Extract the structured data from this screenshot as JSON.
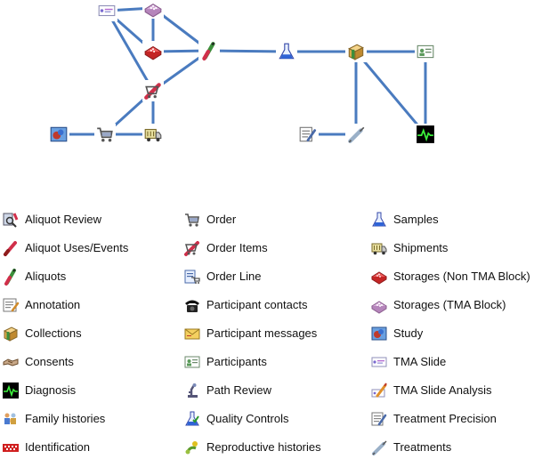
{
  "diagram": {
    "edge_color": "#4a7bbf",
    "nodes": [
      {
        "id": "tma-slide",
        "icon": "tma-slide-icon"
      },
      {
        "id": "storages-tma",
        "icon": "storages-tma-icon"
      },
      {
        "id": "storages-non-tma",
        "icon": "storages-non-tma-icon"
      },
      {
        "id": "aliquots",
        "icon": "aliquots-icon"
      },
      {
        "id": "samples",
        "icon": "samples-icon"
      },
      {
        "id": "collections",
        "icon": "collections-icon"
      },
      {
        "id": "participants",
        "icon": "participants-icon"
      },
      {
        "id": "order-items",
        "icon": "order-items-icon"
      },
      {
        "id": "study",
        "icon": "study-icon"
      },
      {
        "id": "order",
        "icon": "order-icon"
      },
      {
        "id": "shipments",
        "icon": "shipments-icon"
      },
      {
        "id": "treatment-precision",
        "icon": "treatment-precision-icon"
      },
      {
        "id": "treatments",
        "icon": "treatments-icon"
      },
      {
        "id": "diagnosis",
        "icon": "diagnosis-icon"
      }
    ],
    "edges": [
      [
        "tma-slide",
        "storages-tma"
      ],
      [
        "tma-slide",
        "storages-non-tma"
      ],
      [
        "tma-slide",
        "order-items"
      ],
      [
        "storages-tma",
        "storages-non-tma"
      ],
      [
        "storages-tma",
        "aliquots"
      ],
      [
        "storages-non-tma",
        "aliquots"
      ],
      [
        "aliquots",
        "order-items"
      ],
      [
        "aliquots",
        "samples"
      ],
      [
        "samples",
        "collections"
      ],
      [
        "collections",
        "participants"
      ],
      [
        "collections",
        "diagnosis"
      ],
      [
        "collections",
        "treatments"
      ],
      [
        "participants",
        "diagnosis"
      ],
      [
        "treatment-precision",
        "treatments"
      ],
      [
        "order-items",
        "order"
      ],
      [
        "order-items",
        "shipments"
      ],
      [
        "order",
        "study"
      ],
      [
        "order",
        "shipments"
      ]
    ]
  },
  "legend": {
    "columns": [
      [
        {
          "label": "Aliquot Review",
          "icon": "aliquot-review-icon"
        },
        {
          "label": "Aliquot Uses/Events",
          "icon": "aliquot-uses-events-icon"
        },
        {
          "label": "Aliquots",
          "icon": "aliquots-icon"
        },
        {
          "label": "Annotation",
          "icon": "annotation-icon"
        },
        {
          "label": "Collections",
          "icon": "collections-icon"
        },
        {
          "label": "Consents",
          "icon": "consents-icon"
        },
        {
          "label": "Diagnosis",
          "icon": "diagnosis-icon"
        },
        {
          "label": "Family histories",
          "icon": "family-histories-icon"
        },
        {
          "label": "Identification",
          "icon": "identification-icon"
        }
      ],
      [
        {
          "label": "Order",
          "icon": "order-icon"
        },
        {
          "label": "Order Items",
          "icon": "order-items-icon"
        },
        {
          "label": "Order Line",
          "icon": "order-line-icon"
        },
        {
          "label": "Participant contacts",
          "icon": "participant-contacts-icon"
        },
        {
          "label": "Participant messages",
          "icon": "participant-messages-icon"
        },
        {
          "label": "Participants",
          "icon": "participants-icon"
        },
        {
          "label": "Path Review",
          "icon": "path-review-icon"
        },
        {
          "label": "Quality Controls",
          "icon": "quality-controls-icon"
        },
        {
          "label": "Reproductive histories",
          "icon": "reproductive-histories-icon"
        }
      ],
      [
        {
          "label": "Samples",
          "icon": "samples-icon"
        },
        {
          "label": "Shipments",
          "icon": "shipments-icon"
        },
        {
          "label": "Storages (Non TMA Block)",
          "icon": "storages-non-tma-icon"
        },
        {
          "label": "Storages (TMA Block)",
          "icon": "storages-tma-icon"
        },
        {
          "label": "Study",
          "icon": "study-icon"
        },
        {
          "label": "TMA Slide",
          "icon": "tma-slide-icon"
        },
        {
          "label": "TMA Slide Analysis",
          "icon": "tma-slide-analysis-icon"
        },
        {
          "label": "Treatment Precision",
          "icon": "treatment-precision-icon"
        },
        {
          "label": "Treatments",
          "icon": "treatments-icon"
        }
      ]
    ]
  }
}
